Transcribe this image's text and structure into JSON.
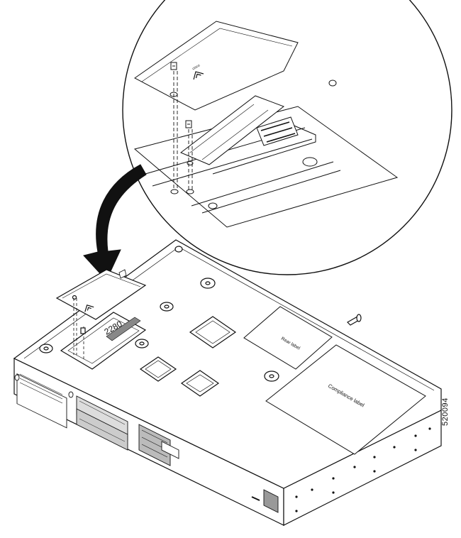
{
  "figure": {
    "id_label": "520094",
    "labels": {
      "rear_label": "Rear label",
      "compliance_label": "Compliance label",
      "module_size": "2280"
    }
  },
  "icons": {
    "arrow": "curved-arrow-icon",
    "screw": "screw-icon",
    "logo": "cisco-bridge-logo-icon"
  }
}
